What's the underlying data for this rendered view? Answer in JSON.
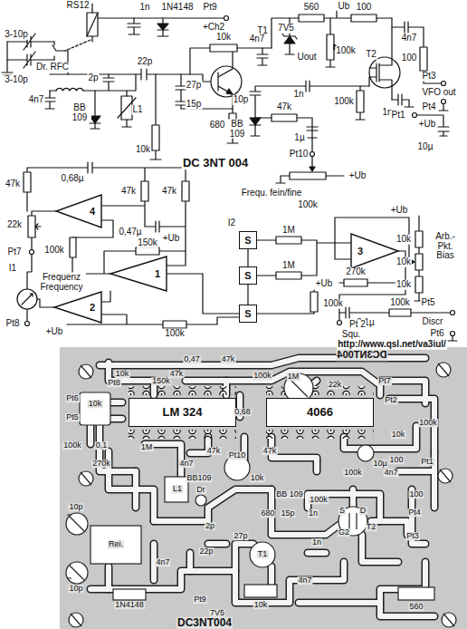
{
  "diagram": {
    "nodes": [
      {
        "text": [
          "4"
        ]
      },
      {
        "text": [
          "S"
        ]
      },
      {
        "text": [
          "3"
        ]
      },
      {
        "text": [
          "1"
        ]
      },
      {
        "text": [
          "S"
        ]
      },
      {
        "text": [
          "2"
        ]
      },
      {
        "text": [
          "S"
        ]
      },
      {
        "text": [
          "LM 324"
        ]
      },
      {
        "text": [
          "4066"
        ]
      }
    ],
    "edges": [
      {
        "from": 1,
        "to": 4,
        "arrow": "none"
      },
      {
        "from": 4,
        "to": 6,
        "arrow": "none"
      },
      {
        "from": 3,
        "to": 6,
        "arrow": "none"
      }
    ],
    "labels": [
      "RS12",
      "3-10p",
      "3-10p",
      "1n",
      "1N4148",
      "Pt9",
      "+Ch2",
      "T1",
      "10k",
      "4n7",
      "7V5",
      "560",
      "Ub",
      "100",
      "4n7",
      "Uout",
      "100k",
      "T2",
      "100",
      "Pt3",
      "VFO out",
      "1n",
      "Pt4",
      "22p",
      "Dr. RFC",
      "2p",
      "4n7",
      "BB 109",
      "L1",
      "27p",
      "10k",
      "15p",
      "680",
      "10p",
      "BB 109",
      "1n",
      "47k",
      "100k",
      "1µ",
      "Pt1",
      "+Ub",
      "10µ",
      "DC 3NT 004",
      "Pt10",
      "+Ub",
      "Frequ. fein/fine",
      "100k",
      "47k",
      "0,68µ",
      "47k",
      "47k",
      "22k",
      "100k",
      "I1",
      "0,47µ",
      "+Ub",
      "150k",
      "Pt7",
      "Frequenz Frequency",
      "Pt8",
      "+Ub",
      "100k",
      "I2",
      "1M",
      "1M",
      "+Ub",
      "+Ub",
      "10k",
      "10k",
      "10k",
      "Arb.-Pkt. Bias",
      "270k",
      "100k",
      "0,1µ",
      "Pt 2",
      "Squ.",
      "100k",
      "Pt5",
      "Discr",
      "Pt6",
      "http://www.qsl.net/va3iul/",
      "0,47",
      "47k",
      "DC3NT004",
      "10k",
      "47k",
      "Pt8",
      "150k",
      "22k",
      "Pt7",
      "Pt6",
      "10k",
      "Pt5",
      "100k",
      "1M",
      "Pt2",
      "0,68",
      "10k",
      "100k",
      "100k",
      "0,1",
      "1M",
      "47k",
      "270k",
      "4n7",
      "Pt10",
      "47k",
      "10µ",
      "100",
      "Pt1",
      "100k",
      "4n7",
      "BB109",
      "10k",
      "BB 109",
      "L1",
      "Dr",
      "100k",
      "100",
      "680",
      "15p",
      "1n",
      "S",
      "D",
      "Pt4",
      "T2",
      "G2",
      "Pt3",
      "10p",
      "Rei.",
      "2p",
      "22p",
      "27p",
      "T1",
      "1n",
      "10p",
      "4n7",
      "1N4148",
      "Pt9",
      "7V5",
      "10k",
      "4n7",
      "560",
      "DC3NT004"
    ]
  }
}
